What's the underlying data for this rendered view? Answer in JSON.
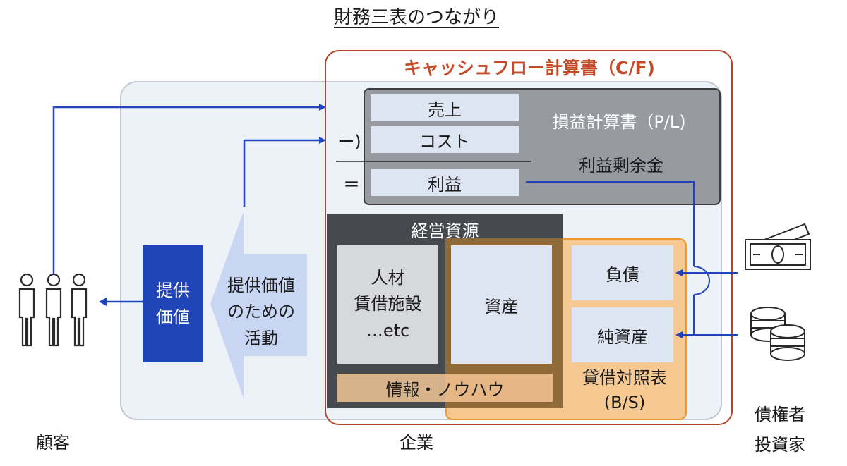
{
  "title": "財務三表のつながり",
  "cash_flow": {
    "title": "キャッシュフロー計算書（C/F)"
  },
  "income_statement": {
    "title": "損益計算書（P/L)",
    "sales": "売上",
    "cost": "コスト",
    "profit": "利益",
    "minus_sign": "ー)",
    "equals_sign": "＝",
    "retained_earnings": "利益剰余金"
  },
  "management_resources": {
    "title": "経営資源",
    "people_line1": "人材",
    "people_line2": "賃借施設",
    "people_line3": "…etc",
    "info": "情報・ノウハウ"
  },
  "balance_sheet": {
    "assets": "資産",
    "liabilities": "負債",
    "net_assets": "純資産",
    "label_line1": "貸借対照表",
    "label_line2": "(B/S)"
  },
  "provided_value": {
    "line1": "提供",
    "line2": "価値"
  },
  "activities": {
    "line1": "提供価値",
    "line2": "のための",
    "line3": "活動"
  },
  "labels": {
    "customer": "顧客",
    "company": "企業",
    "creditor_line1": "債権者",
    "creditor_line2": "投資家"
  },
  "colors": {
    "arrow_blue": "#1f45b8",
    "cf_border": "#b5432a",
    "bs_orange": "#f7c992",
    "company_bg": "#edf1f8"
  },
  "icons": [
    "people-icon",
    "banknote-icon",
    "coins-icon"
  ]
}
